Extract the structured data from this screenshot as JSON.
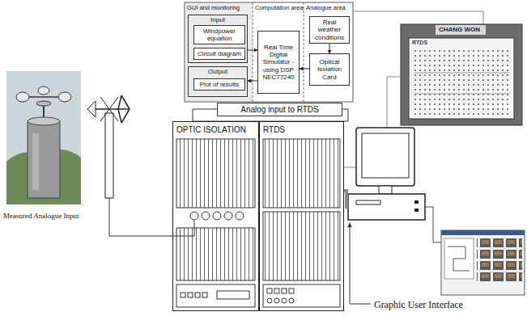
{
  "diagram": {
    "nodes": [
      {
        "text": [
          "GUI and monitoring"
        ]
      },
      {
        "text": [
          "Input"
        ],
        "in": 0
      },
      {
        "text": [
          "Windpower equation"
        ],
        "in": 1
      },
      {
        "text": [
          "Circuit diagram"
        ],
        "in": 1
      },
      {
        "text": [
          "Output"
        ],
        "in": 0
      },
      {
        "text": [
          "Plot of results"
        ],
        "in": 4
      },
      {
        "text": [
          "Computation area"
        ]
      },
      {
        "text": [
          "Real Time Digital Simulator -using DSP NEC77240"
        ],
        "in": 6
      },
      {
        "text": [
          "Analogue area"
        ]
      },
      {
        "text": [
          "Real weather conditions"
        ],
        "in": 8
      },
      {
        "text": [
          "Optical Isolation Card"
        ],
        "in": 8
      },
      {
        "text": [
          "Analog input to RTDS"
        ]
      },
      {
        "text": [
          "OPTIC ISOLATION"
        ]
      },
      {
        "text": [
          "RTDS"
        ]
      }
    ],
    "edges": [
      {
        "from": 1,
        "to": 7,
        "arrow": "to"
      },
      {
        "from": 7,
        "to": 4,
        "arrow": "to"
      },
      {
        "from": 9,
        "to": 10,
        "arrow": "to"
      },
      {
        "from": 10,
        "to": 7,
        "arrow": "to"
      }
    ],
    "labels": [
      "Measured Analogue Input",
      "Graphic User Interface",
      "CHANG WON",
      "RTDS"
    ]
  }
}
